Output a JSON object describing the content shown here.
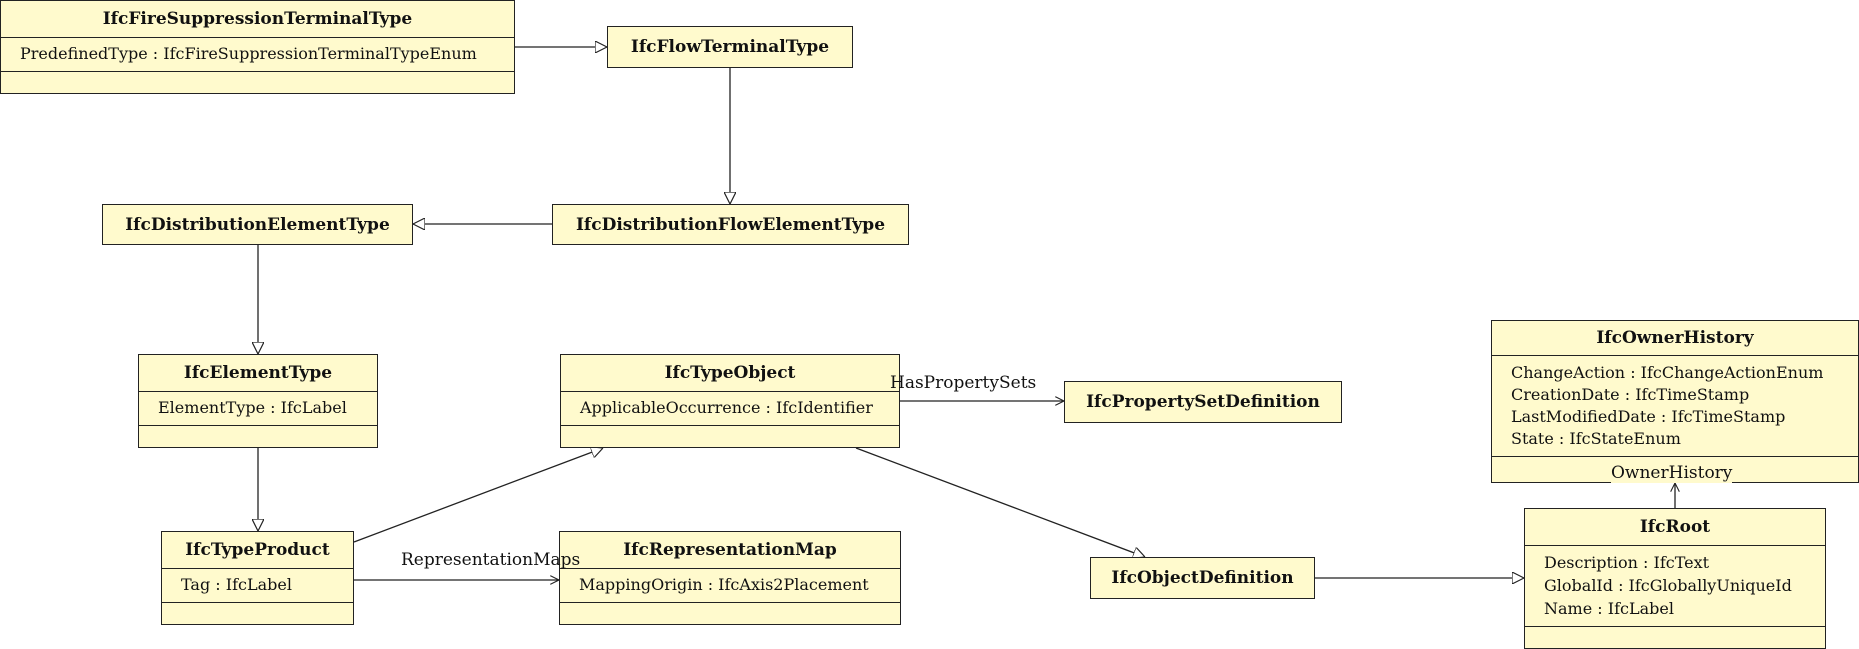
{
  "classes": {
    "fire_suppression_terminal_type": {
      "name": "IfcFireSuppressionTerminalType",
      "attributes": [
        "PredefinedType : IfcFireSuppressionTerminalTypeEnum"
      ]
    },
    "flow_terminal_type": {
      "name": "IfcFlowTerminalType"
    },
    "distribution_element_type": {
      "name": "IfcDistributionElementType"
    },
    "distribution_flow_element_type": {
      "name": "IfcDistributionFlowElementType"
    },
    "element_type": {
      "name": "IfcElementType",
      "attributes": [
        "ElementType : IfcLabel"
      ]
    },
    "type_object": {
      "name": "IfcTypeObject",
      "attributes": [
        "ApplicableOccurrence : IfcIdentifier"
      ]
    },
    "property_set_definition": {
      "name": "IfcPropertySetDefinition"
    },
    "owner_history": {
      "name": "IfcOwnerHistory",
      "attributes": [
        "ChangeAction : IfcChangeActionEnum",
        "CreationDate : IfcTimeStamp",
        "LastModifiedDate : IfcTimeStamp",
        "State : IfcStateEnum"
      ]
    },
    "type_product": {
      "name": "IfcTypeProduct",
      "attributes": [
        "Tag : IfcLabel"
      ]
    },
    "representation_map": {
      "name": "IfcRepresentationMap",
      "attributes": [
        "MappingOrigin : IfcAxis2Placement"
      ]
    },
    "object_definition": {
      "name": "IfcObjectDefinition"
    },
    "root": {
      "name": "IfcRoot",
      "attributes": [
        "Description : IfcText",
        "GlobalId : IfcGloballyUniqueId",
        "Name : IfcLabel"
      ]
    }
  },
  "associations": {
    "has_property_sets": "HasPropertySets",
    "representation_maps": "RepresentationMaps",
    "owner_history": "OwnerHistory"
  }
}
